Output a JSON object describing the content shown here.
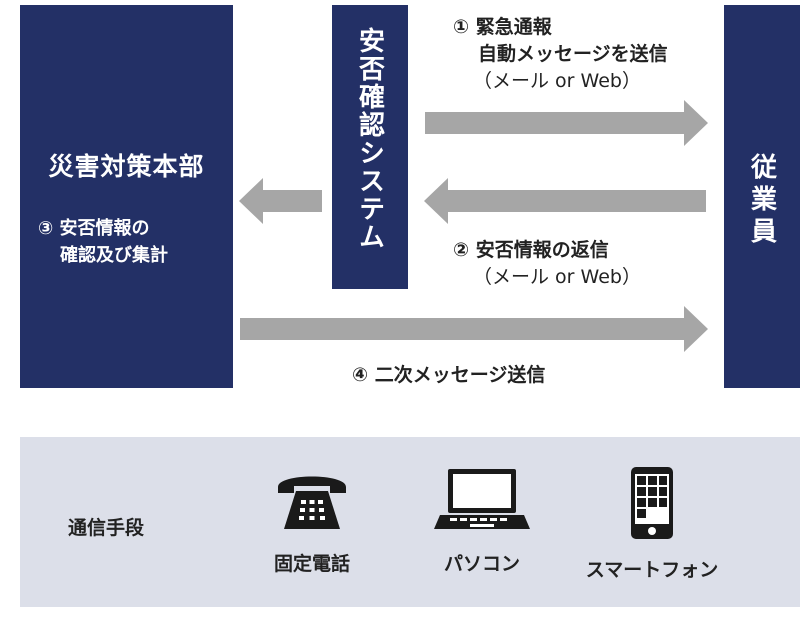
{
  "hq": {
    "title": "災害対策本部",
    "note_line1": "③ 安否情報の",
    "note_line2": "確認及び集計"
  },
  "system": {
    "label": "安否確認システム"
  },
  "employee": {
    "label": "従業員"
  },
  "flow1": {
    "line1": "① 緊急通報",
    "line2": "自動メッセージを送信",
    "line3": "（メール or Web）"
  },
  "flow2": {
    "line1": "② 安否情報の返信",
    "line2": "（メール or Web）"
  },
  "flow4": {
    "line1": "④ 二次メッセージ送信"
  },
  "means": {
    "title": "通信手段",
    "devices": [
      {
        "label": "固定電話",
        "icon": "telephone-icon"
      },
      {
        "label": "パソコン",
        "icon": "laptop-icon"
      },
      {
        "label": "スマートフォン",
        "icon": "smartphone-icon"
      }
    ]
  },
  "colors": {
    "box": "#233066",
    "arrow": "#a6a6a6",
    "panel": "#dcdfe9"
  }
}
